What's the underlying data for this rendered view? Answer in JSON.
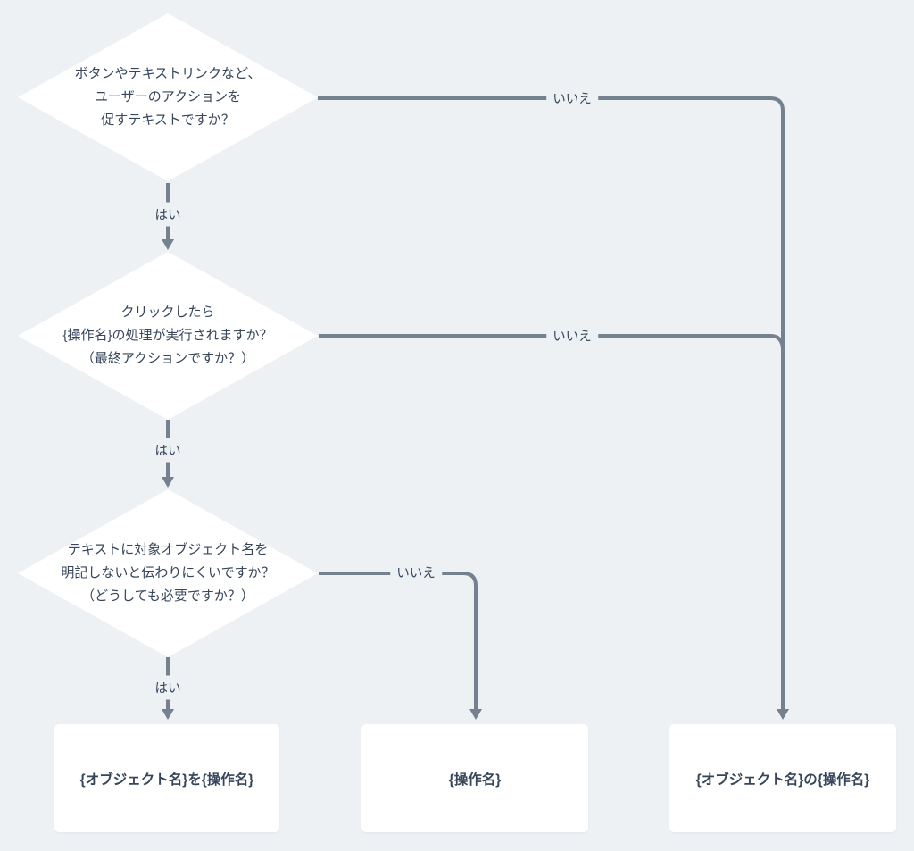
{
  "theme": {
    "background": "#edf1f4",
    "shape_fill": "#ffffff",
    "line_color": "#76818f",
    "text_color": "#36455a"
  },
  "flowchart": {
    "decisions": [
      {
        "text": "ボタンやテキストリンクなど、\nユーザーのアクションを\n促すテキストですか？"
      },
      {
        "text": "クリックしたら\n{操作名}の処理が実行されますか？\n（最終アクションですか？）"
      },
      {
        "text": "テキストに対象オブジェクト名を\n明記しないと伝わりにくいですか？\n（どうしても必要ですか？）"
      }
    ],
    "edge_labels": {
      "yes": "はい",
      "no": "いいえ"
    },
    "results": [
      {
        "text": "{オブジェクト名}を{操作名}"
      },
      {
        "text": "{操作名}"
      },
      {
        "text": "{オブジェクト名}の{操作名}"
      }
    ]
  }
}
